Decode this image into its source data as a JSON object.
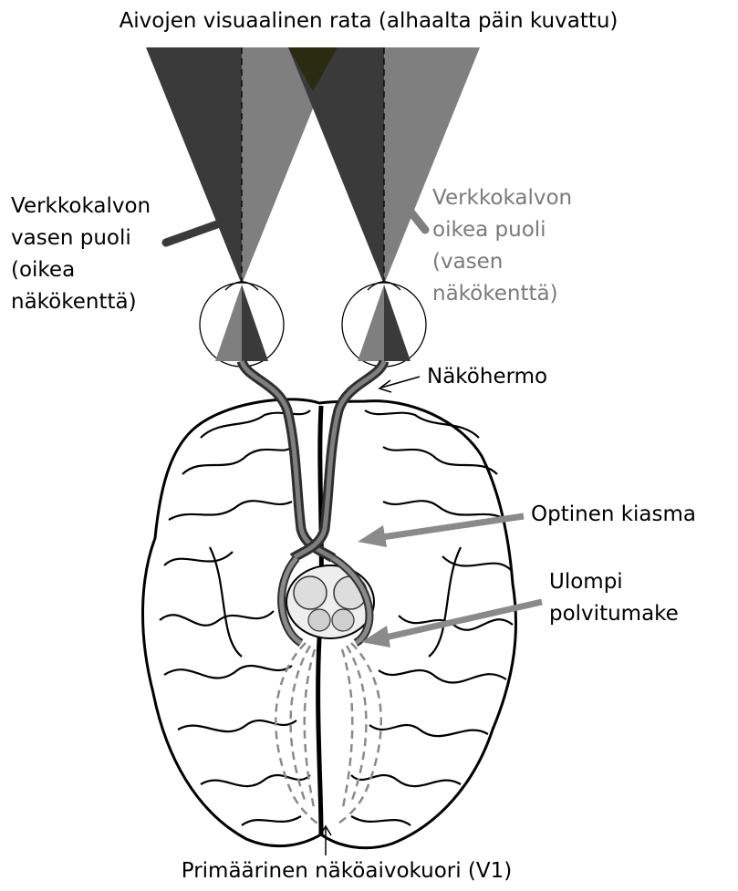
{
  "title": "Aivojen visuaalinen rata (alhaalta päin kuvattu)",
  "labels": {
    "left_retina": [
      "Verkkokalvon",
      "vasen puoli",
      "(oikea",
      "näkökenttä)"
    ],
    "right_retina": [
      "Verkkokalvon",
      "oikea puoli",
      "(vasen",
      "näkökenttä)"
    ],
    "optic_nerve": "Näköhermo",
    "optic_chiasm": "Optinen kiasma",
    "lgn": [
      "Ulompi",
      "polvitumake"
    ],
    "v1": "Primäärinen näköaivokuori (V1)"
  },
  "colors": {
    "dark": "#3a3a3a",
    "mid": "#7f7f7f",
    "overlap": "#2a2a10",
    "brain_fill": "#ffffff",
    "brain_stroke": "#000000",
    "arrow": "#8a8a8a"
  }
}
